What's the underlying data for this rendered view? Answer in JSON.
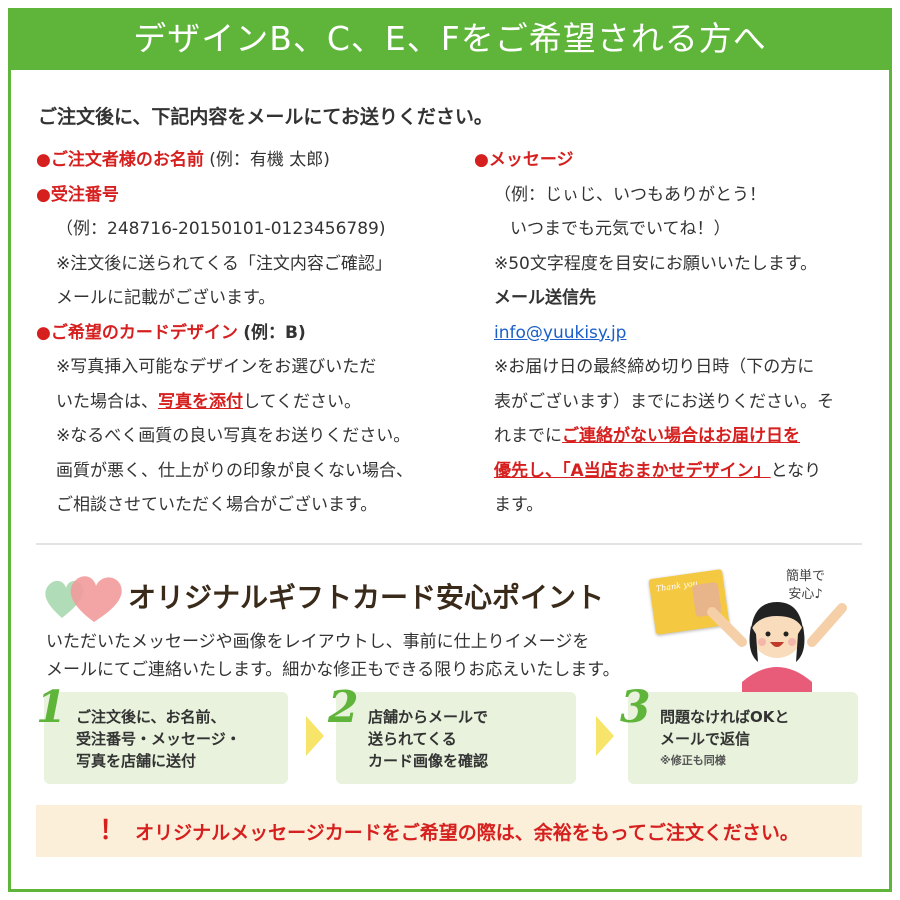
{
  "header": {
    "title": "デザインB、C、E、Fをご希望される方へ"
  },
  "intro": "ご注文後に、下記内容をメールにてお送りください。",
  "left": {
    "name_label": "●ご注文者様のお名前",
    "name_example": "(例：有機 太郎)",
    "order_label": "●受注番号",
    "order_example": "（例：248716-20150101-0123456789)",
    "order_note1": "※注文後に送られてくる「注文内容ご確認」",
    "order_note2": "メールに記載がございます。",
    "design_label": "●ご希望のカードデザイン",
    "design_example": "(例：B)",
    "photo_note1": "※写真挿入可能なデザインをお選びいただ",
    "photo_note2a": "いた場合は、",
    "photo_note2b": "写真を添付",
    "photo_note2c": "してください。",
    "quality_note1": "※なるべく画質の良い写真をお送りください。",
    "quality_note2": "画質が悪く、仕上がりの印象が良くない場合、",
    "quality_note3": "ご相談させていただく場合がございます。"
  },
  "right": {
    "message_label": "●メッセージ",
    "message_example1": "（例：じぃじ、いつもありがとう！",
    "message_example2": "いつまでも元気でいてね！）",
    "message_note": "※50文字程度を目安にお願いいたします。",
    "mail_label": "メール送信先",
    "mail_address": "info@yuukisy.jp",
    "deadline1": "※お届け日の最終締め切り日時（下の方に",
    "deadline2": "表がございます）までにお送りください。そ",
    "deadline3a": "れまでに",
    "deadline3b": "ご連絡がない場合はお届け日を",
    "deadline4a": "優先し、「A当店おまかせデザイン」",
    "deadline4b": "となり",
    "deadline5": "ます。"
  },
  "point": {
    "title": "オリジナルギフトカード安心ポイント",
    "desc1": "いただいたメッセージや画像をレイアウトし、事前に仕上りイメージを",
    "desc2": "メールにてご連絡いたします。細かな修正もできる限りお応えいたします。",
    "bubble1": "簡単で",
    "bubble2": "安心♪",
    "card_text": "Thank you"
  },
  "steps": [
    {
      "num": "1",
      "lines": [
        "ご注文後に、お名前、",
        "受注番号・メッセージ・",
        "写真を店舗に送付"
      ]
    },
    {
      "num": "2",
      "lines": [
        "店舗からメールで",
        "送られてくる",
        "カード画像を確認"
      ]
    },
    {
      "num": "3",
      "lines": [
        "問題なければOKと",
        "メールで返信"
      ],
      "note": "※修正も同様"
    }
  ],
  "warning": {
    "mark": "！",
    "text": "オリジナルメッセージカードをご希望の際は、余裕をもってご注文ください。"
  },
  "colors": {
    "green": "#5eb53a",
    "red": "#d6201f",
    "step_bg": "#e8f2dc",
    "warn_bg": "#fcefd9"
  }
}
